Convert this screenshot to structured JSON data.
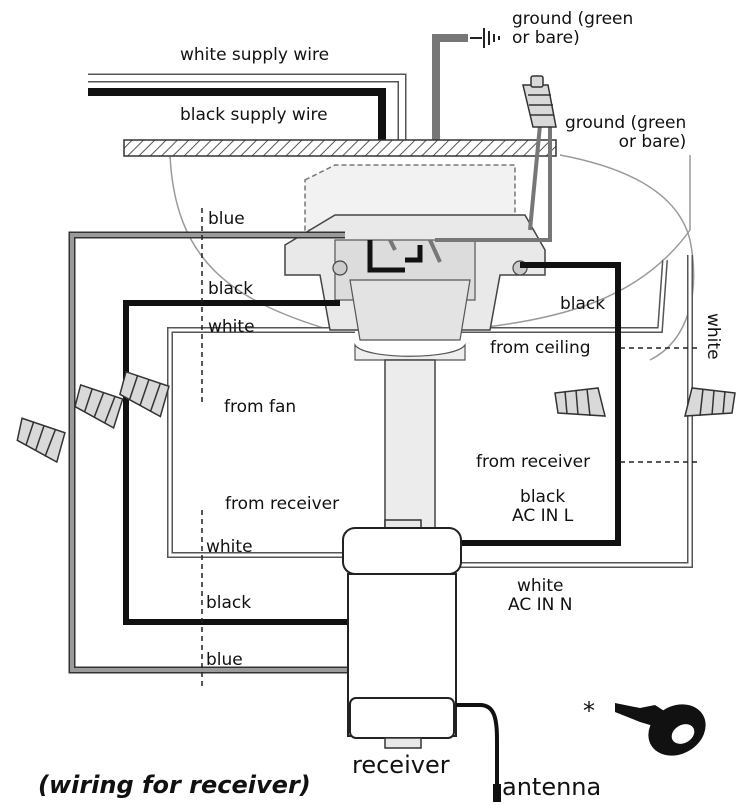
{
  "labels": {
    "ground_top": "ground (green\nor bare)",
    "ground_right": "ground (green\nor bare)",
    "white_supply": "white supply wire",
    "black_supply": "black supply wire",
    "blue_top": "blue",
    "black_left": "black",
    "white_left": "white",
    "from_fan": "from fan",
    "black_right": "black",
    "from_ceiling": "from ceiling",
    "white_vertical": "white",
    "from_receiver_right": "from receiver",
    "black_ac_in_l": "black\nAC IN L",
    "from_receiver_left": "from receiver",
    "white_lower": "white",
    "white_ac_in_n": "white\nAC IN N",
    "black_lower": "black",
    "blue_lower": "blue",
    "receiver": "receiver",
    "antenna": "antenna",
    "asterisk": "*",
    "title": "(wiring for receiver)"
  },
  "colors": {
    "black_wire": "#111111",
    "blue_wire": "#8f8f8f",
    "white_wire": "#ffffff",
    "outline": "#444444",
    "hardware_fill": "#e6e6e6",
    "ground_wire": "#777777"
  },
  "icons": [
    "wire-nut-icon",
    "ground-symbol-icon",
    "electrical-tape-icon"
  ]
}
